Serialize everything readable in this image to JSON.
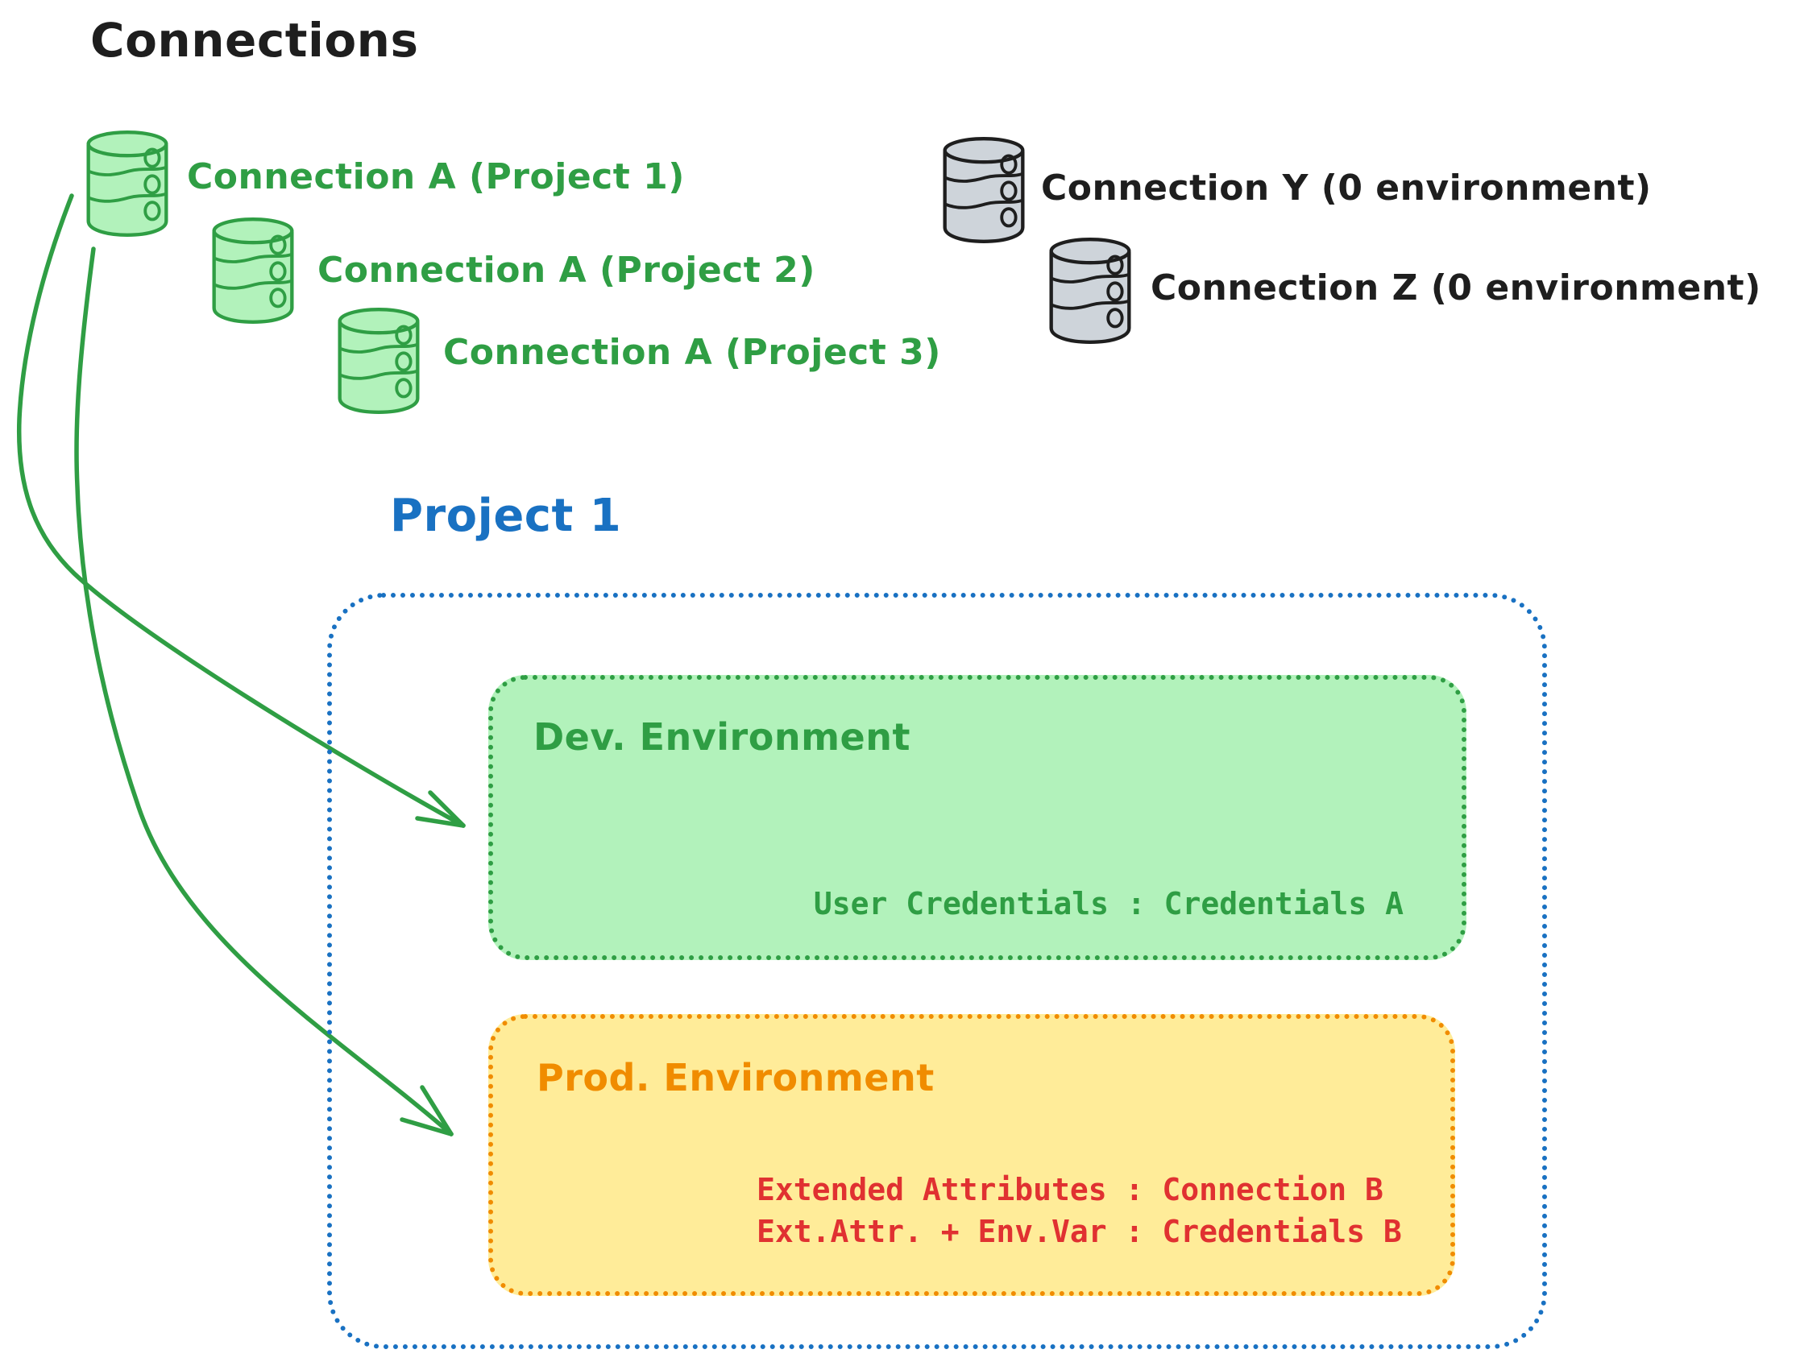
{
  "title": "Connections",
  "green_connections": [
    {
      "label": "Connection A (Project 1)"
    },
    {
      "label": "Connection A (Project 2)"
    },
    {
      "label": "Connection A (Project 3)"
    }
  ],
  "gray_connections": [
    {
      "label": "Connection Y (0 environment)"
    },
    {
      "label": "Connection Z (0 environment)"
    }
  ],
  "project": {
    "title": "Project 1",
    "dev_environment": {
      "title": "Dev. Environment",
      "credential_line": "User Credentials : Credentials A"
    },
    "prod_environment": {
      "title": "Prod. Environment",
      "credential_lines": [
        "Extended Attributes : Connection B",
        "Ext.Attr. + Env.Var : Credentials B"
      ]
    }
  },
  "colors": {
    "text_dark": "#1e1e1e",
    "green_stroke": "#2f9e44",
    "green_fill": "#b2f2bb",
    "blue": "#1971c2",
    "orange": "#f08c00",
    "yellow_fill": "#ffec99",
    "red": "#e03131",
    "gray_fill": "#ced4da"
  }
}
